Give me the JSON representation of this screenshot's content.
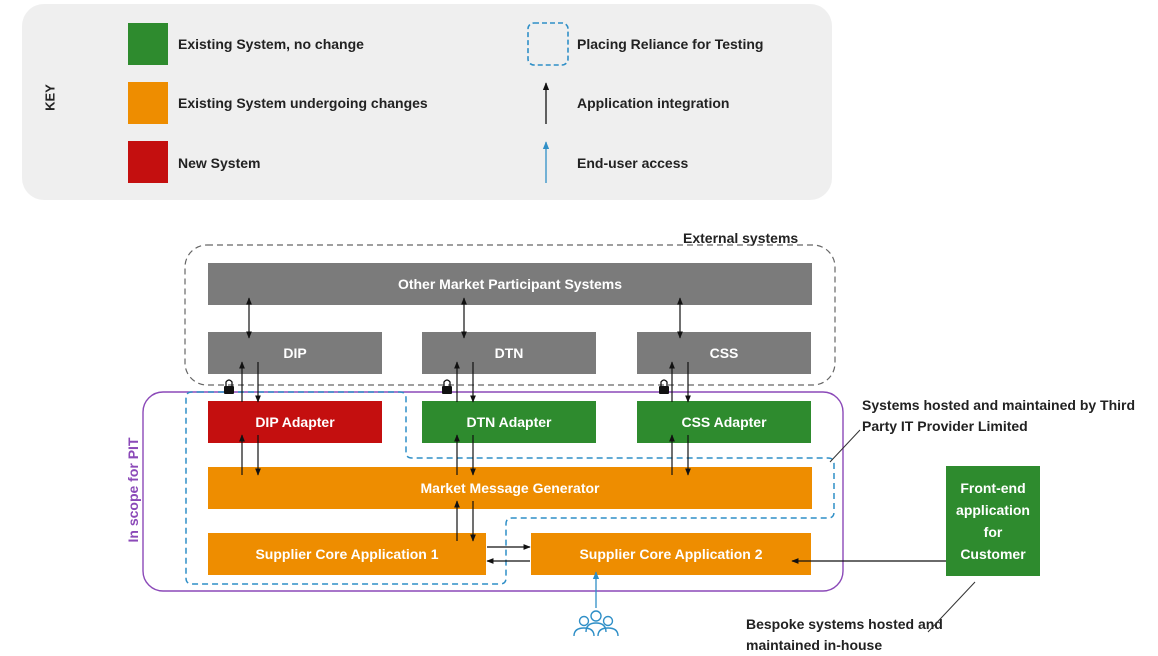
{
  "key": {
    "title": "KEY",
    "items": [
      {
        "label": "Existing System, no change",
        "color": "#2e8b2e"
      },
      {
        "label": "Existing System undergoing changes",
        "color": "#ee8d00"
      },
      {
        "label": "New System",
        "color": "#c40f0f"
      },
      {
        "label": "Placing Reliance for Testing",
        "icon": "dashed-box-icon"
      },
      {
        "label": "Application integration",
        "icon": "black-arrow-icon"
      },
      {
        "label": "End-user access",
        "icon": "blue-arrow-icon"
      }
    ]
  },
  "diagram": {
    "external_label": "External systems",
    "other_market": "Other Market Participant Systems",
    "dip": "DIP",
    "dtn": "DTN",
    "css": "CSS",
    "dip_adapter": "DIP Adapter",
    "dtn_adapter": "DTN Adapter",
    "css_adapter": "CSS Adapter",
    "market_message_generator": "Market Message Generator",
    "supplier_core_1": "Supplier Core Application 1",
    "supplier_core_2": "Supplier Core Application 2",
    "front_end": "Front-end application for Customer",
    "in_scope": "In scope for PIT",
    "third_party_note": "Systems hosted and maintained by Third Party IT Provider Limited",
    "bespoke_note": "Bespoke systems hosted and maintained in-house"
  },
  "colors": {
    "gray": "#7b7b7b",
    "green": "#2e8b2e",
    "orange": "#ee8d00",
    "red": "#c40f0f",
    "purple": "#8b49b8",
    "blue": "#2f8fc7"
  }
}
